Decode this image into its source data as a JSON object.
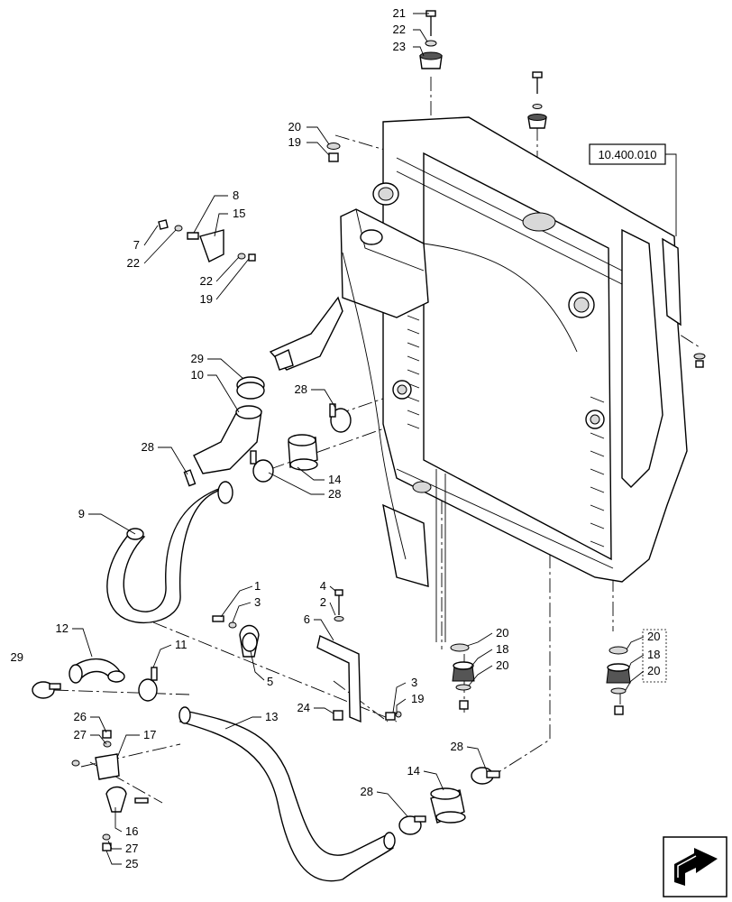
{
  "reference": "10.400.010",
  "callouts": [
    {
      "id": "c21a",
      "text": "21"
    },
    {
      "id": "c22a",
      "text": "22"
    },
    {
      "id": "c23",
      "text": "23"
    },
    {
      "id": "c20a",
      "text": "20"
    },
    {
      "id": "c19a",
      "text": "19"
    },
    {
      "id": "c8",
      "text": "8"
    },
    {
      "id": "c15",
      "text": "15"
    },
    {
      "id": "c7",
      "text": "7"
    },
    {
      "id": "c22b",
      "text": "22"
    },
    {
      "id": "c22c",
      "text": "22"
    },
    {
      "id": "c19b",
      "text": "19"
    },
    {
      "id": "c29a",
      "text": "29"
    },
    {
      "id": "c10",
      "text": "10"
    },
    {
      "id": "c28a",
      "text": "28"
    },
    {
      "id": "c28b",
      "text": "28"
    },
    {
      "id": "c14a",
      "text": "14"
    },
    {
      "id": "c28c",
      "text": "28"
    },
    {
      "id": "c9",
      "text": "9"
    },
    {
      "id": "c1",
      "text": "1"
    },
    {
      "id": "c3a",
      "text": "3"
    },
    {
      "id": "c4",
      "text": "4"
    },
    {
      "id": "c2",
      "text": "2"
    },
    {
      "id": "c6",
      "text": "6"
    },
    {
      "id": "c12",
      "text": "12"
    },
    {
      "id": "c29b",
      "text": "29"
    },
    {
      "id": "c11",
      "text": "11"
    },
    {
      "id": "c5",
      "text": "5"
    },
    {
      "id": "c24",
      "text": "24"
    },
    {
      "id": "c3b",
      "text": "3"
    },
    {
      "id": "c19c",
      "text": "19"
    },
    {
      "id": "c13",
      "text": "13"
    },
    {
      "id": "c26",
      "text": "26"
    },
    {
      "id": "c27a",
      "text": "27"
    },
    {
      "id": "c17",
      "text": "17"
    },
    {
      "id": "c16",
      "text": "16"
    },
    {
      "id": "c27b",
      "text": "27"
    },
    {
      "id": "c25",
      "text": "25"
    },
    {
      "id": "c28d",
      "text": "28"
    },
    {
      "id": "c14b",
      "text": "14"
    },
    {
      "id": "c28e",
      "text": "28"
    },
    {
      "id": "c20b",
      "text": "20"
    },
    {
      "id": "c18a",
      "text": "18"
    },
    {
      "id": "c20c",
      "text": "20"
    },
    {
      "id": "c20d",
      "text": "20"
    },
    {
      "id": "c18b",
      "text": "18"
    },
    {
      "id": "c20e",
      "text": "20"
    }
  ],
  "icons": {
    "corner": "next-page-arrow-icon"
  }
}
